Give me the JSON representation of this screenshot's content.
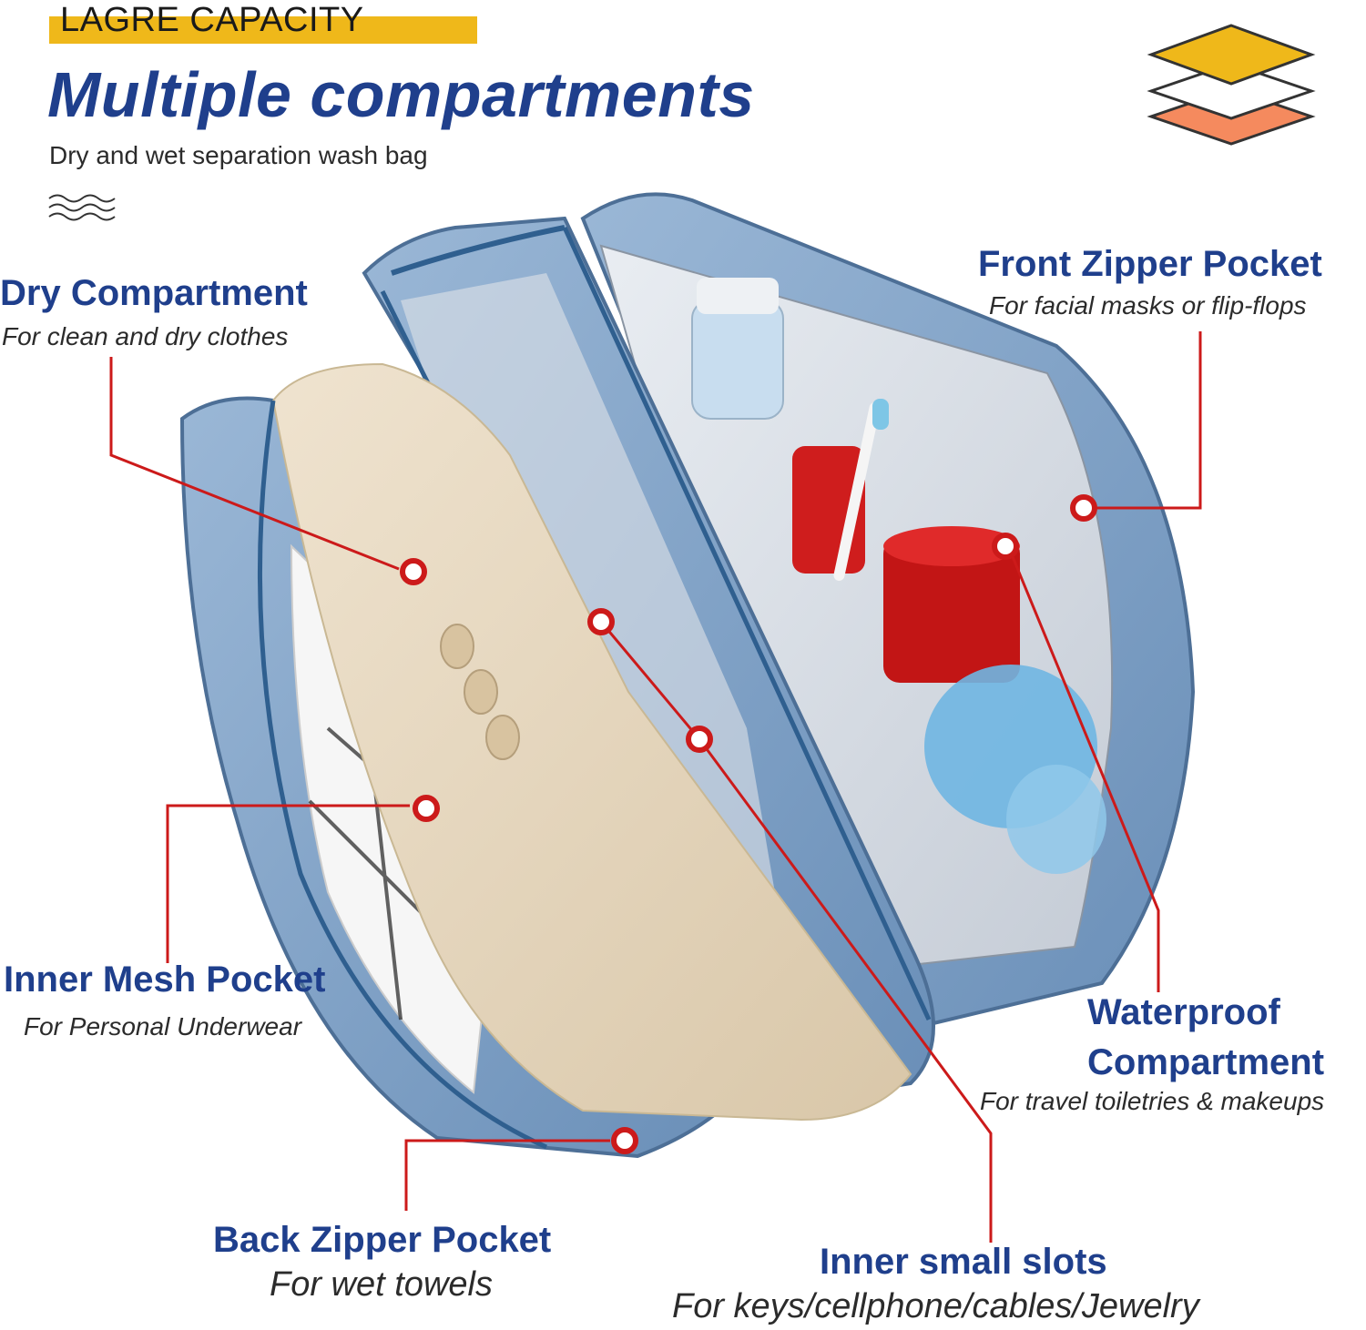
{
  "header": {
    "banner": "LAGRE CAPACITY",
    "headline": "Multiple compartments",
    "subheadline": "Dry and wet separation wash bag",
    "layers_icon": "stacked-layers-icon",
    "waves_icon": "waves-icon"
  },
  "colors": {
    "accent_yellow": "#efb81a",
    "accent_orange": "#f58a5e",
    "title_blue": "#1f3f8c",
    "callout_red": "#cc1a1a",
    "bag_blue": "#7c9fc4"
  },
  "callouts": {
    "dry": {
      "title": "Dry Compartment",
      "desc": "For clean and dry clothes"
    },
    "front": {
      "title": "Front Zipper Pocket",
      "desc": "For facial masks or flip-flops"
    },
    "mesh": {
      "title": "Inner Mesh Pocket",
      "desc": "For Personal Underwear"
    },
    "waterproof": {
      "title_line1": "Waterproof",
      "title_line2": "Compartment",
      "desc": "For travel toiletries & makeups"
    },
    "back": {
      "title": "Back Zipper Pocket",
      "desc": "For wet towels"
    },
    "slots": {
      "title": "Inner small slots",
      "desc": "For keys/cellphone/cables/Jewelry"
    }
  }
}
